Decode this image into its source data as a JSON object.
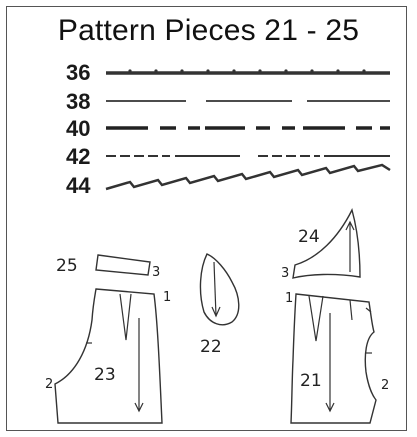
{
  "title": "Pattern Pieces 21 - 25",
  "legend": {
    "sizes": [
      "36",
      "38",
      "40",
      "42",
      "44"
    ]
  },
  "pieces": {
    "p21": {
      "number": "21",
      "corners": [
        "1",
        "2"
      ]
    },
    "p22": {
      "number": "22"
    },
    "p23": {
      "number": "23",
      "corners": [
        "1",
        "2"
      ]
    },
    "p24": {
      "number": "24",
      "corners": [
        "3"
      ]
    },
    "p25": {
      "number": "25",
      "corners": [
        "3"
      ]
    }
  }
}
